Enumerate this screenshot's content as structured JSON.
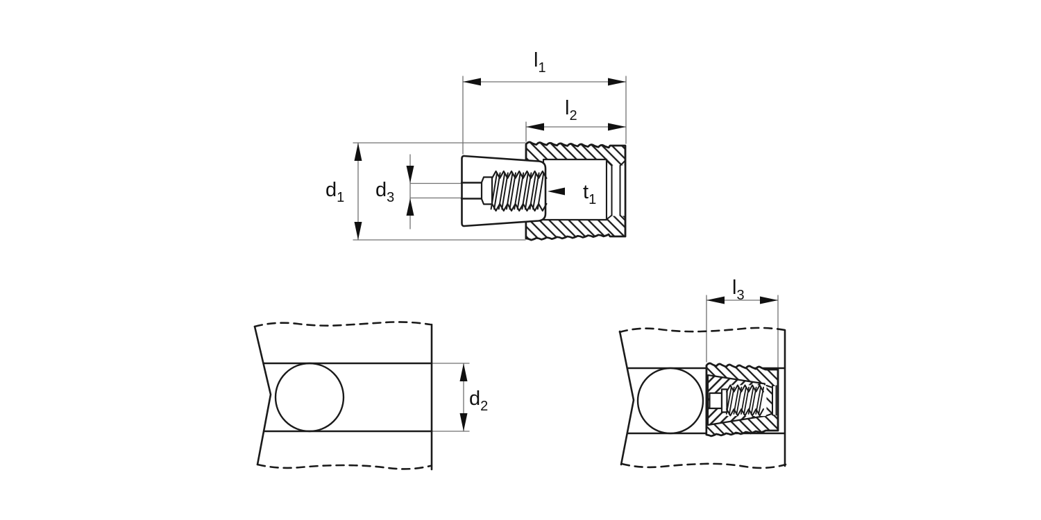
{
  "drawing": {
    "labels": {
      "l1": {
        "base": "l",
        "sub": "1"
      },
      "l2": {
        "base": "l",
        "sub": "2"
      },
      "l3": {
        "base": "l",
        "sub": "3"
      },
      "d1": {
        "base": "d",
        "sub": "1"
      },
      "d2": {
        "base": "d",
        "sub": "2"
      },
      "d3": {
        "base": "d",
        "sub": "3"
      },
      "t1": {
        "base": "t",
        "sub": "1"
      }
    },
    "colors": {
      "line": "#1a1a1a",
      "dimension_line": "#707070",
      "label_text": "#111111",
      "background": "#ffffff"
    }
  }
}
